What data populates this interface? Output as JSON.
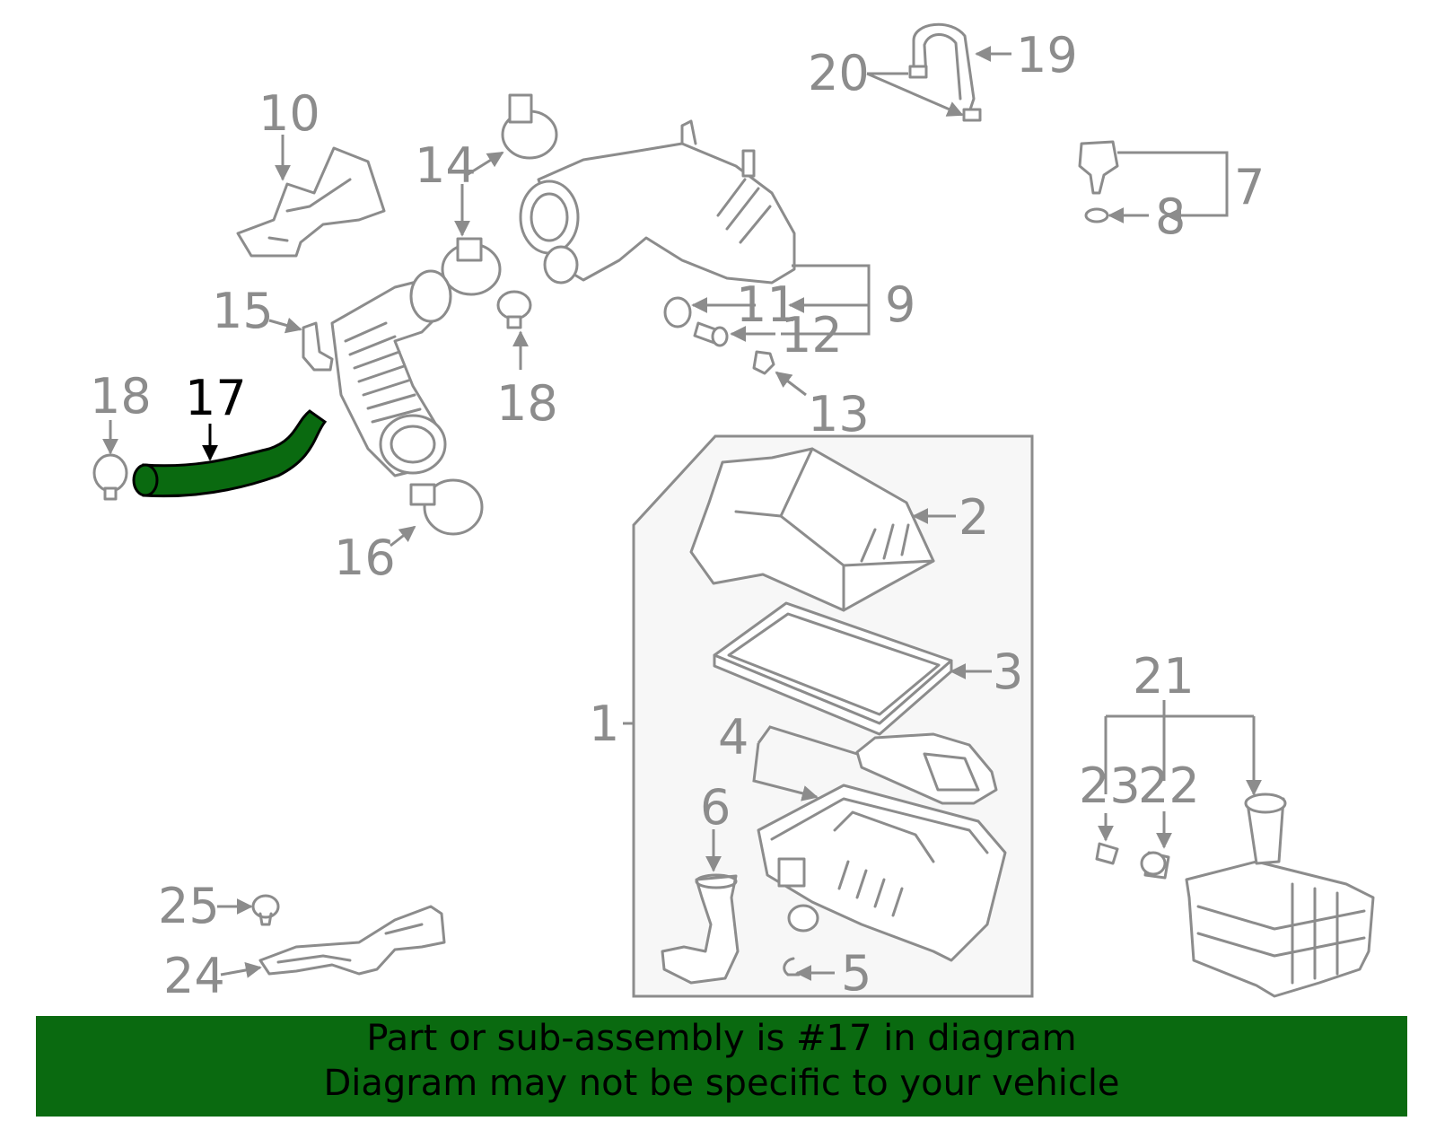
{
  "highlight_color": "#0a6a10",
  "part_color": "#8c8c8c",
  "callouts": {
    "n1": "1",
    "n2": "2",
    "n3": "3",
    "n4": "4",
    "n5": "5",
    "n6": "6",
    "n7": "7",
    "n8": "8",
    "n9": "9",
    "n10": "10",
    "n11": "11",
    "n12": "12",
    "n13": "13",
    "n14": "14",
    "n15": "15",
    "n16": "16",
    "n17": "17",
    "n18a": "18",
    "n18b": "18",
    "n19": "19",
    "n20": "20",
    "n21": "21",
    "n22": "22",
    "n23": "23",
    "n24": "24",
    "n25": "25"
  },
  "footer": {
    "line1": "Part or sub-assembly is #17 in diagram",
    "line2": "Diagram may not be specific to your vehicle"
  }
}
